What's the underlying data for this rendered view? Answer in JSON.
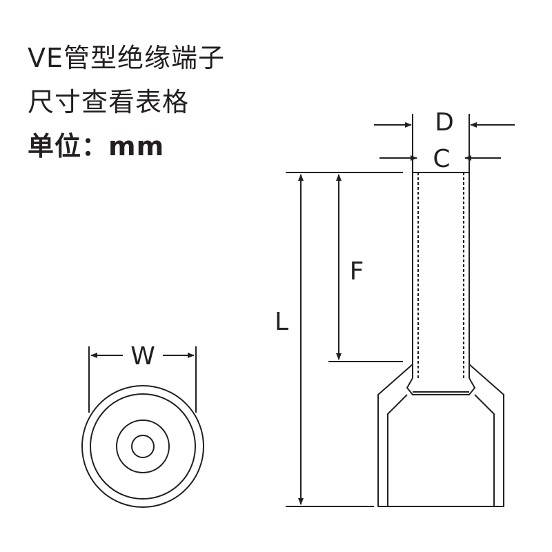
{
  "title": {
    "line1": "VE管型绝缘端子",
    "line2": "尺寸查看表格",
    "line3": "单位：mm"
  },
  "labels": {
    "D": "D",
    "C": "C",
    "F": "F",
    "L": "L",
    "W": "W"
  },
  "colors": {
    "stroke": "#231f20",
    "background": "#ffffff"
  }
}
